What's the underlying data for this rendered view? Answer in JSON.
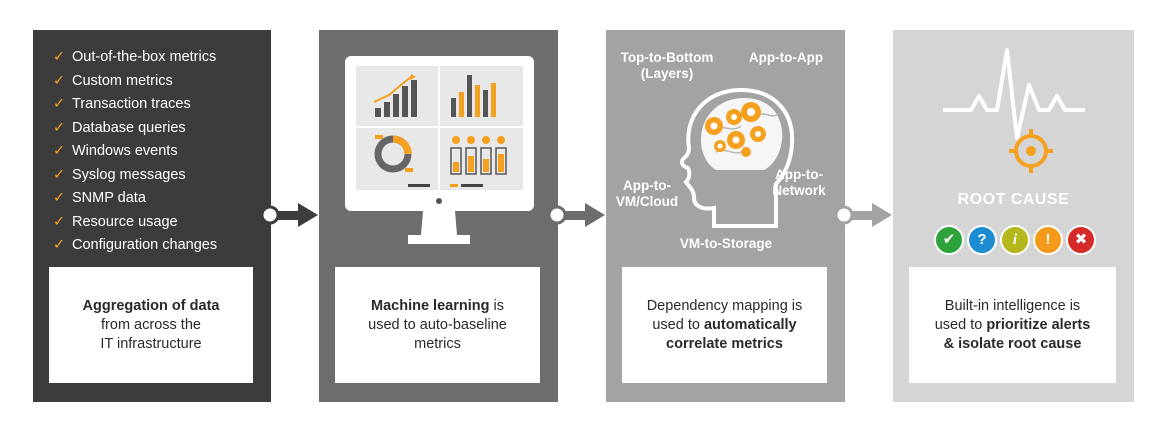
{
  "panel1": {
    "checklist": [
      "Out-of-the-box metrics",
      "Custom metrics",
      "Transaction traces",
      "Database queries",
      "Windows events",
      "Syslog messages",
      "SNMP data",
      "Resource usage",
      "Configuration changes"
    ],
    "card": {
      "bold": "Aggregation of data",
      "line2": "from across the",
      "line3": "IT infrastructure"
    }
  },
  "panel2": {
    "card": {
      "bold": "Machine learning",
      "line1_rest": " is",
      "line2": "used to auto-baseline",
      "line3": "metrics"
    }
  },
  "panel3": {
    "labels": {
      "top_to_bottom": "Top-to-Bottom",
      "layers": "(Layers)",
      "app_to_app": "App-to-App",
      "app_to_network_1": "App-to-",
      "app_to_network_2": "Network",
      "app_to_vm_1": "App-to-",
      "app_to_vm_2": "VM/Cloud",
      "vm_to_storage": "VM-to-Storage"
    },
    "card": {
      "line1": "Dependency mapping is",
      "line2_plain": "used to ",
      "line2_bold": "automatically",
      "line3_bold": "correlate metrics"
    }
  },
  "panel4": {
    "title": "ROOT CAUSE",
    "badges": [
      {
        "glyph": "✔",
        "name": "ok-icon",
        "color": "#2fa33b"
      },
      {
        "glyph": "?",
        "name": "help-icon",
        "color": "#1d8bd1"
      },
      {
        "glyph": "i",
        "name": "info-icon",
        "color": "#b5b81c"
      },
      {
        "glyph": "!",
        "name": "warning-icon",
        "color": "#f39a1a"
      },
      {
        "glyph": "✖",
        "name": "error-icon",
        "color": "#d42a2a"
      }
    ],
    "card": {
      "line1": "Built-in intelligence is",
      "line2_plain": "used to ",
      "line2_bold": "prioritize alerts",
      "line3_bold": "& isolate root cause"
    }
  },
  "colors": {
    "accent": "#f5a01f",
    "panel1": "#3d3c3c",
    "panel2": "#6d6d6d",
    "panel3": "#a3a3a3",
    "panel4": "#d5d5d5"
  }
}
